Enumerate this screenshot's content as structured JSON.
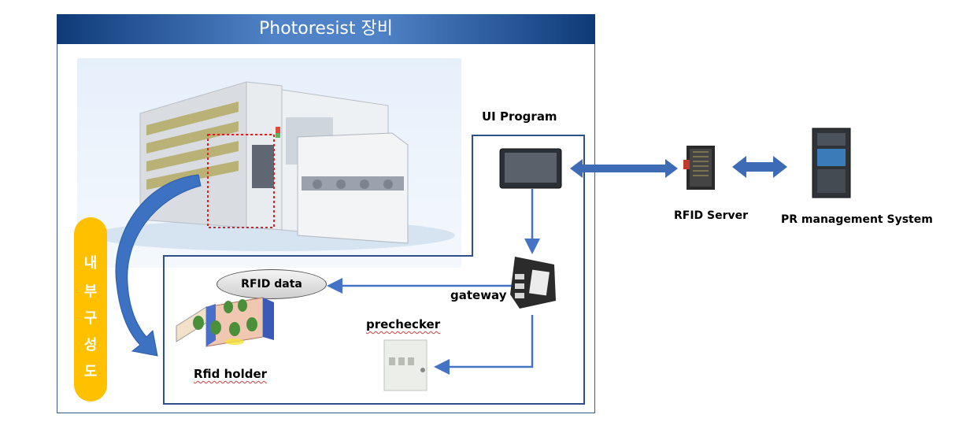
{
  "title": "Photoresist 장비",
  "labels": {
    "ui_program": "UI Program",
    "rfid_server": "RFID Server",
    "pr_management_system": "PR management System",
    "rfid_data": "RFID data",
    "gateway": "gateway",
    "prechecker": "prechecker",
    "rfid_holder": "Rfid holder"
  },
  "side_label": [
    "내",
    "부",
    "구",
    "성",
    "도"
  ],
  "colors": {
    "title_bar": "#2e63a8",
    "frame": "#3b5a8c",
    "arrow": "#4472c4",
    "side_pill": "#ffc000"
  }
}
